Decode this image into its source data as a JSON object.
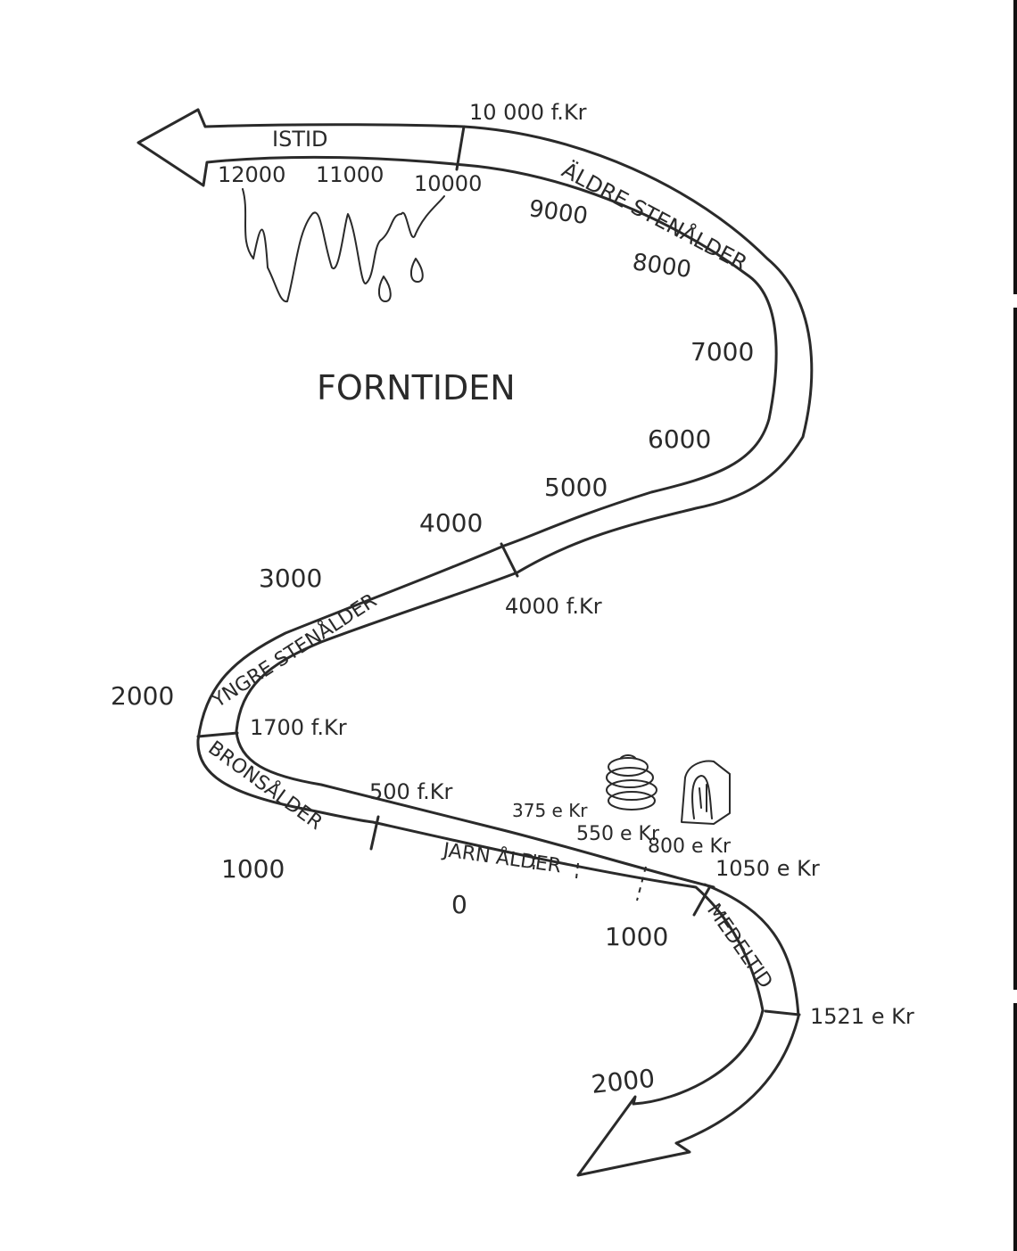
{
  "title": "FORNTIDEN",
  "periods": {
    "istid": "ISTID",
    "aldre_stenalder": "ÄLDRE STENÅLDER",
    "yngre_stenalder": "YNGRE STENÅLDER",
    "bronsalder": "BRONSÅLDER",
    "jarnalder": "JÄRN ÅLDER",
    "medeltid": "MEDELTID"
  },
  "boundaries": {
    "b1": "10 000 f.Kr",
    "b2": "4000 f.Kr",
    "b3": "1700 f.Kr",
    "b4": "500 f.Kr",
    "b5": "375 e Kr",
    "b6": "550 e Kr",
    "b7": "800 e Kr",
    "b8": "1050 e Kr",
    "b9": "1521 e Kr"
  },
  "years": {
    "y12000": "12000",
    "y11000": "11000",
    "y10000": "10000",
    "y9000": "9000",
    "y8000": "8000",
    "y7000": "7000",
    "y6000": "6000",
    "y5000": "5000",
    "y4000": "4000",
    "y3000": "3000",
    "y2000a": "2000",
    "y1000a": "1000",
    "y0": "0",
    "y1000b": "1000",
    "y2000b": "2000"
  },
  "colors": {
    "ink": "#2a2a2a",
    "paper": "#ffffff"
  },
  "icons": [
    "icicles-icon",
    "coin-stack-icon",
    "runestone-icon"
  ]
}
